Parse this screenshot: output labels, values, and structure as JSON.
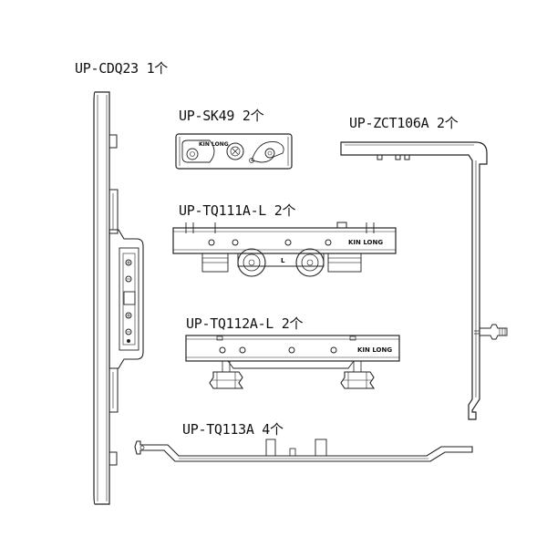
{
  "labels": {
    "cdq23": "UP-CDQ23 1个",
    "sk49": "UP-SK49 2个",
    "zct106a": "UP-ZCT106A 2个",
    "tq111a": "UP-TQ111A-L 2个",
    "tq112a": "UP-TQ112A-L 2个",
    "tq113a": "UP-TQ113A 4个"
  },
  "markings": {
    "brand_sk49": "KIN LONG",
    "brand_tq111": "KIN LONG",
    "brand_tq112": "KIN LONG",
    "letter_l": "L"
  },
  "colors": {
    "line": "#222222",
    "background": "#ffffff"
  }
}
